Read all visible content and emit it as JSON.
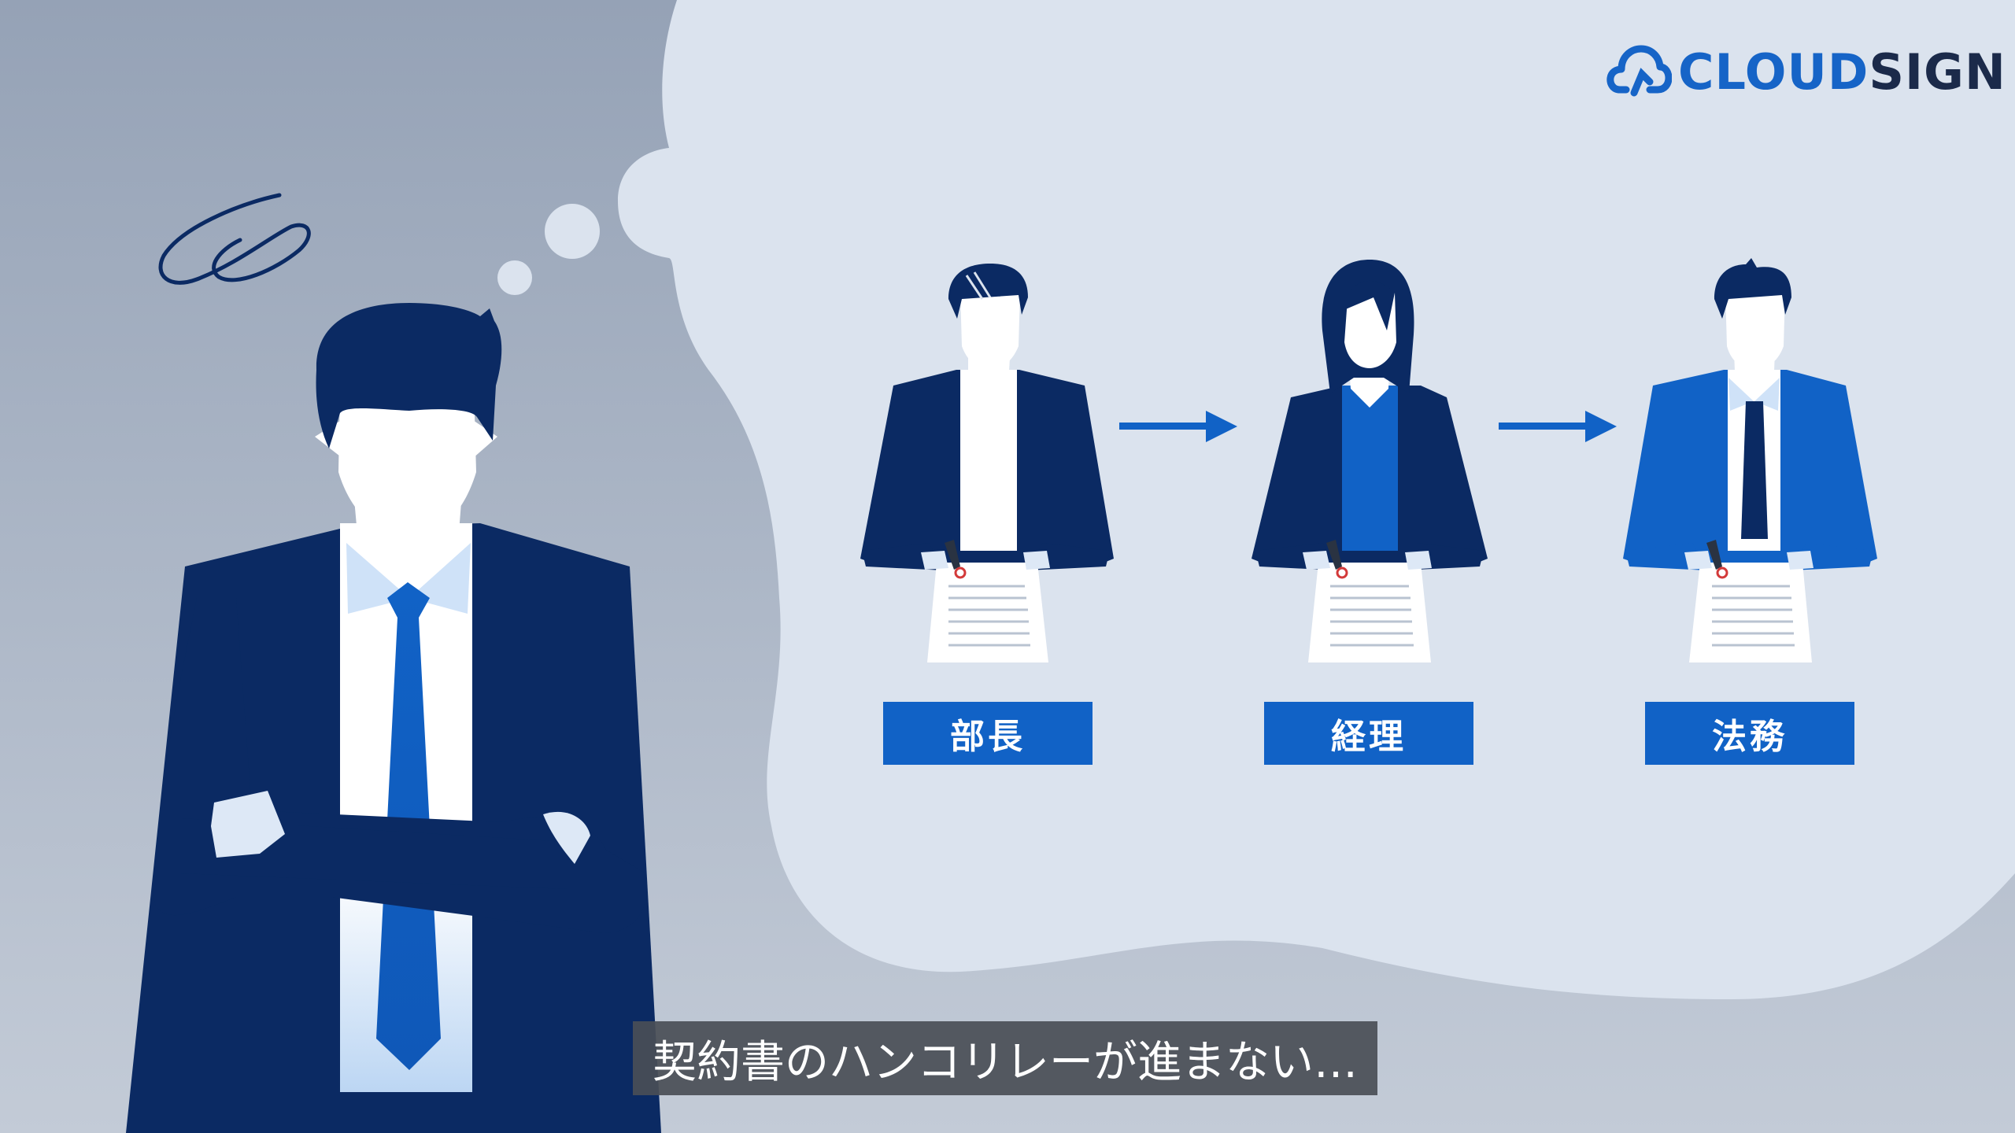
{
  "brand": {
    "part1": "CLOUD",
    "part2": "SIGN"
  },
  "flow": {
    "steps": [
      {
        "label": "部長"
      },
      {
        "label": "経理"
      },
      {
        "label": "法務"
      }
    ]
  },
  "subtitle": "契約書のハンコリレーが進まない…",
  "colors": {
    "background": "#a9b4c4",
    "bubble": "#dbe3ee",
    "navy": "#0b2a63",
    "accent": "#1162c6",
    "caption_bg": "#4a4e56"
  },
  "icons": [
    "cloud-logo-icon",
    "arrow-right-icon",
    "stamp-icon",
    "scribble-icon"
  ]
}
